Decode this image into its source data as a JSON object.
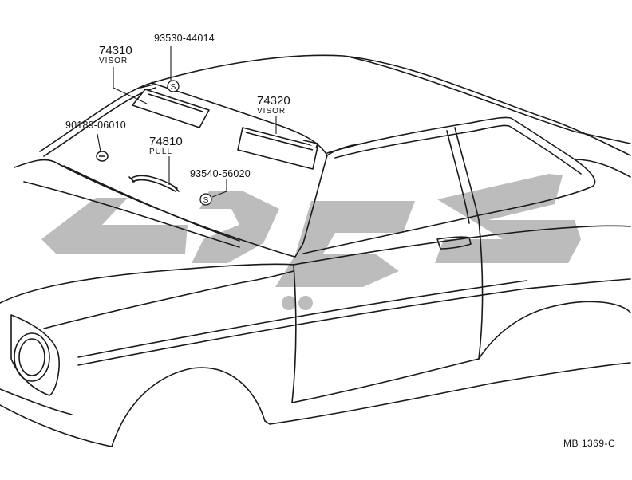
{
  "parts": {
    "p_93530": {
      "number": "93530-44014"
    },
    "p_74310": {
      "number": "74310",
      "name": "VISOR"
    },
    "p_74320": {
      "number": "74320",
      "name": "VISOR"
    },
    "p_90189": {
      "number": "90189-06010"
    },
    "p_74810": {
      "number": "74810",
      "name": "PULL"
    },
    "p_93540": {
      "number": "93540-56020"
    }
  },
  "screw_symbol": "S",
  "diagram_code": "MB 1369-C",
  "watermark_color": "#b5b5b5",
  "line_color": "#1a1a1a"
}
